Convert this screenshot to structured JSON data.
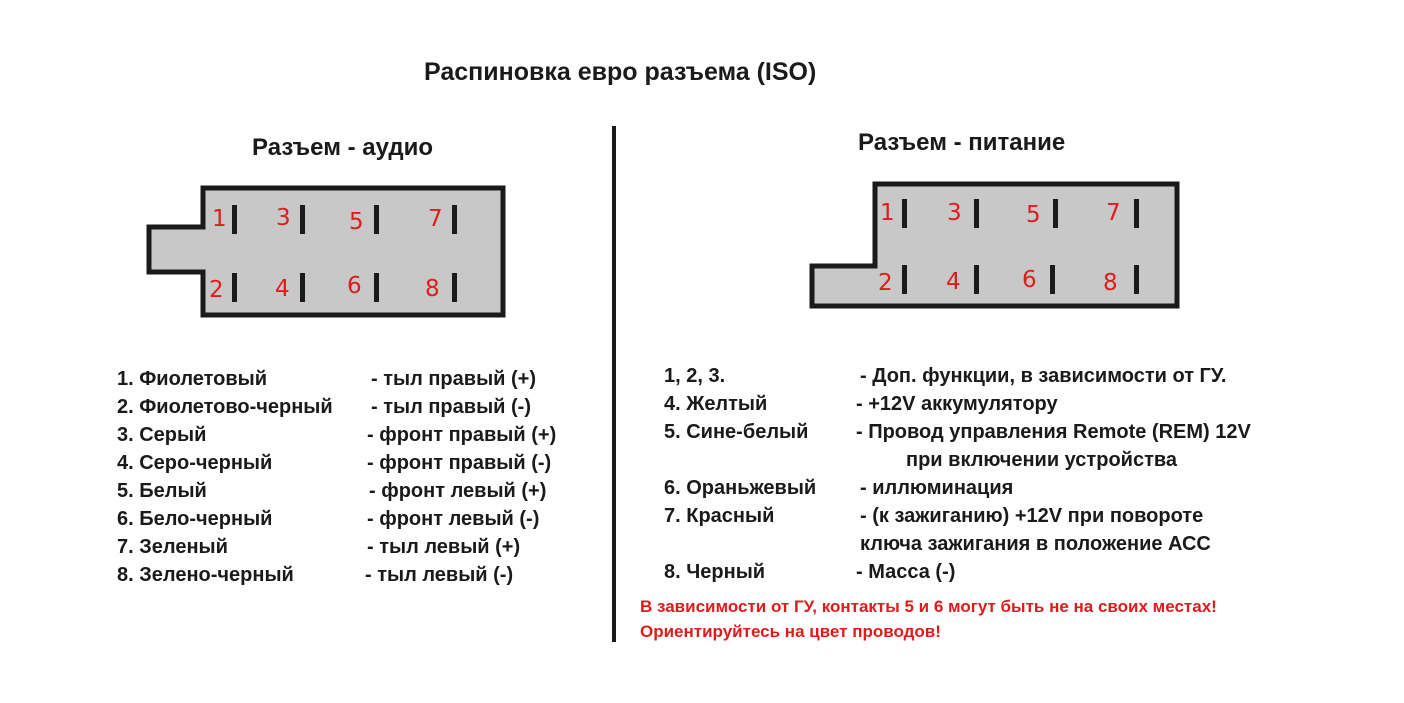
{
  "title": "Распиновка евро разъема (ISO)",
  "audio": {
    "heading": "Разъем - аудио",
    "pins": [
      "1",
      "2",
      "3",
      "4",
      "5",
      "6",
      "7",
      "8"
    ],
    "rows": [
      {
        "wire": "1. Фиолетовый",
        "desc": "-  тыл правый (+)"
      },
      {
        "wire": "2. Фиолетово-черный",
        "desc": "- тыл правый (-)"
      },
      {
        "wire": "3. Серый",
        "desc": "- фронт правый (+)"
      },
      {
        "wire": "4. Серо-черный",
        "desc": "- фронт правый (-)"
      },
      {
        "wire": "5. Белый",
        "desc": "- фронт левый (+)"
      },
      {
        "wire": "6. Бело-черный",
        "desc": "- фронт левый (-)"
      },
      {
        "wire": "7. Зеленый",
        "desc": "- тыл левый (+)"
      },
      {
        "wire": "8. Зелено-черный",
        "desc": "- тыл левый (-)"
      }
    ]
  },
  "power": {
    "heading": "Разъем - питание",
    "pins": [
      "1",
      "2",
      "3",
      "4",
      "5",
      "6",
      "7",
      "8"
    ],
    "rows": [
      {
        "wire": "1, 2, 3.",
        "desc": "- Доп. функции, в зависимости от ГУ."
      },
      {
        "wire": "4. Желтый",
        "desc": "- +12V  аккумулятору"
      },
      {
        "wire": "5. Сине-белый",
        "desc": "- Провод управления Remote (REM) 12V"
      },
      {
        "wire": "",
        "desc": "при включении устройства"
      },
      {
        "wire": "6. Ораньжевый",
        "desc": "- иллюминация"
      },
      {
        "wire": "7. Красный",
        "desc": "- (к зажиганию) +12V при повороте"
      },
      {
        "wire": "",
        "desc": "ключа зажигания в положение АСС"
      },
      {
        "wire": "8. Черный",
        "desc": "- Масса (-)"
      }
    ],
    "warning_line1": "В зависимости от ГУ, контакты 5 и 6 могут быть не на своих местах!",
    "warning_line2": "Ориентируйтесь на цвет проводов!"
  },
  "colors": {
    "connector_fill": "#c8c8c8",
    "outline": "#1a1a1a",
    "pin_number": "#e01b1b",
    "warning": "#e01b1b"
  }
}
